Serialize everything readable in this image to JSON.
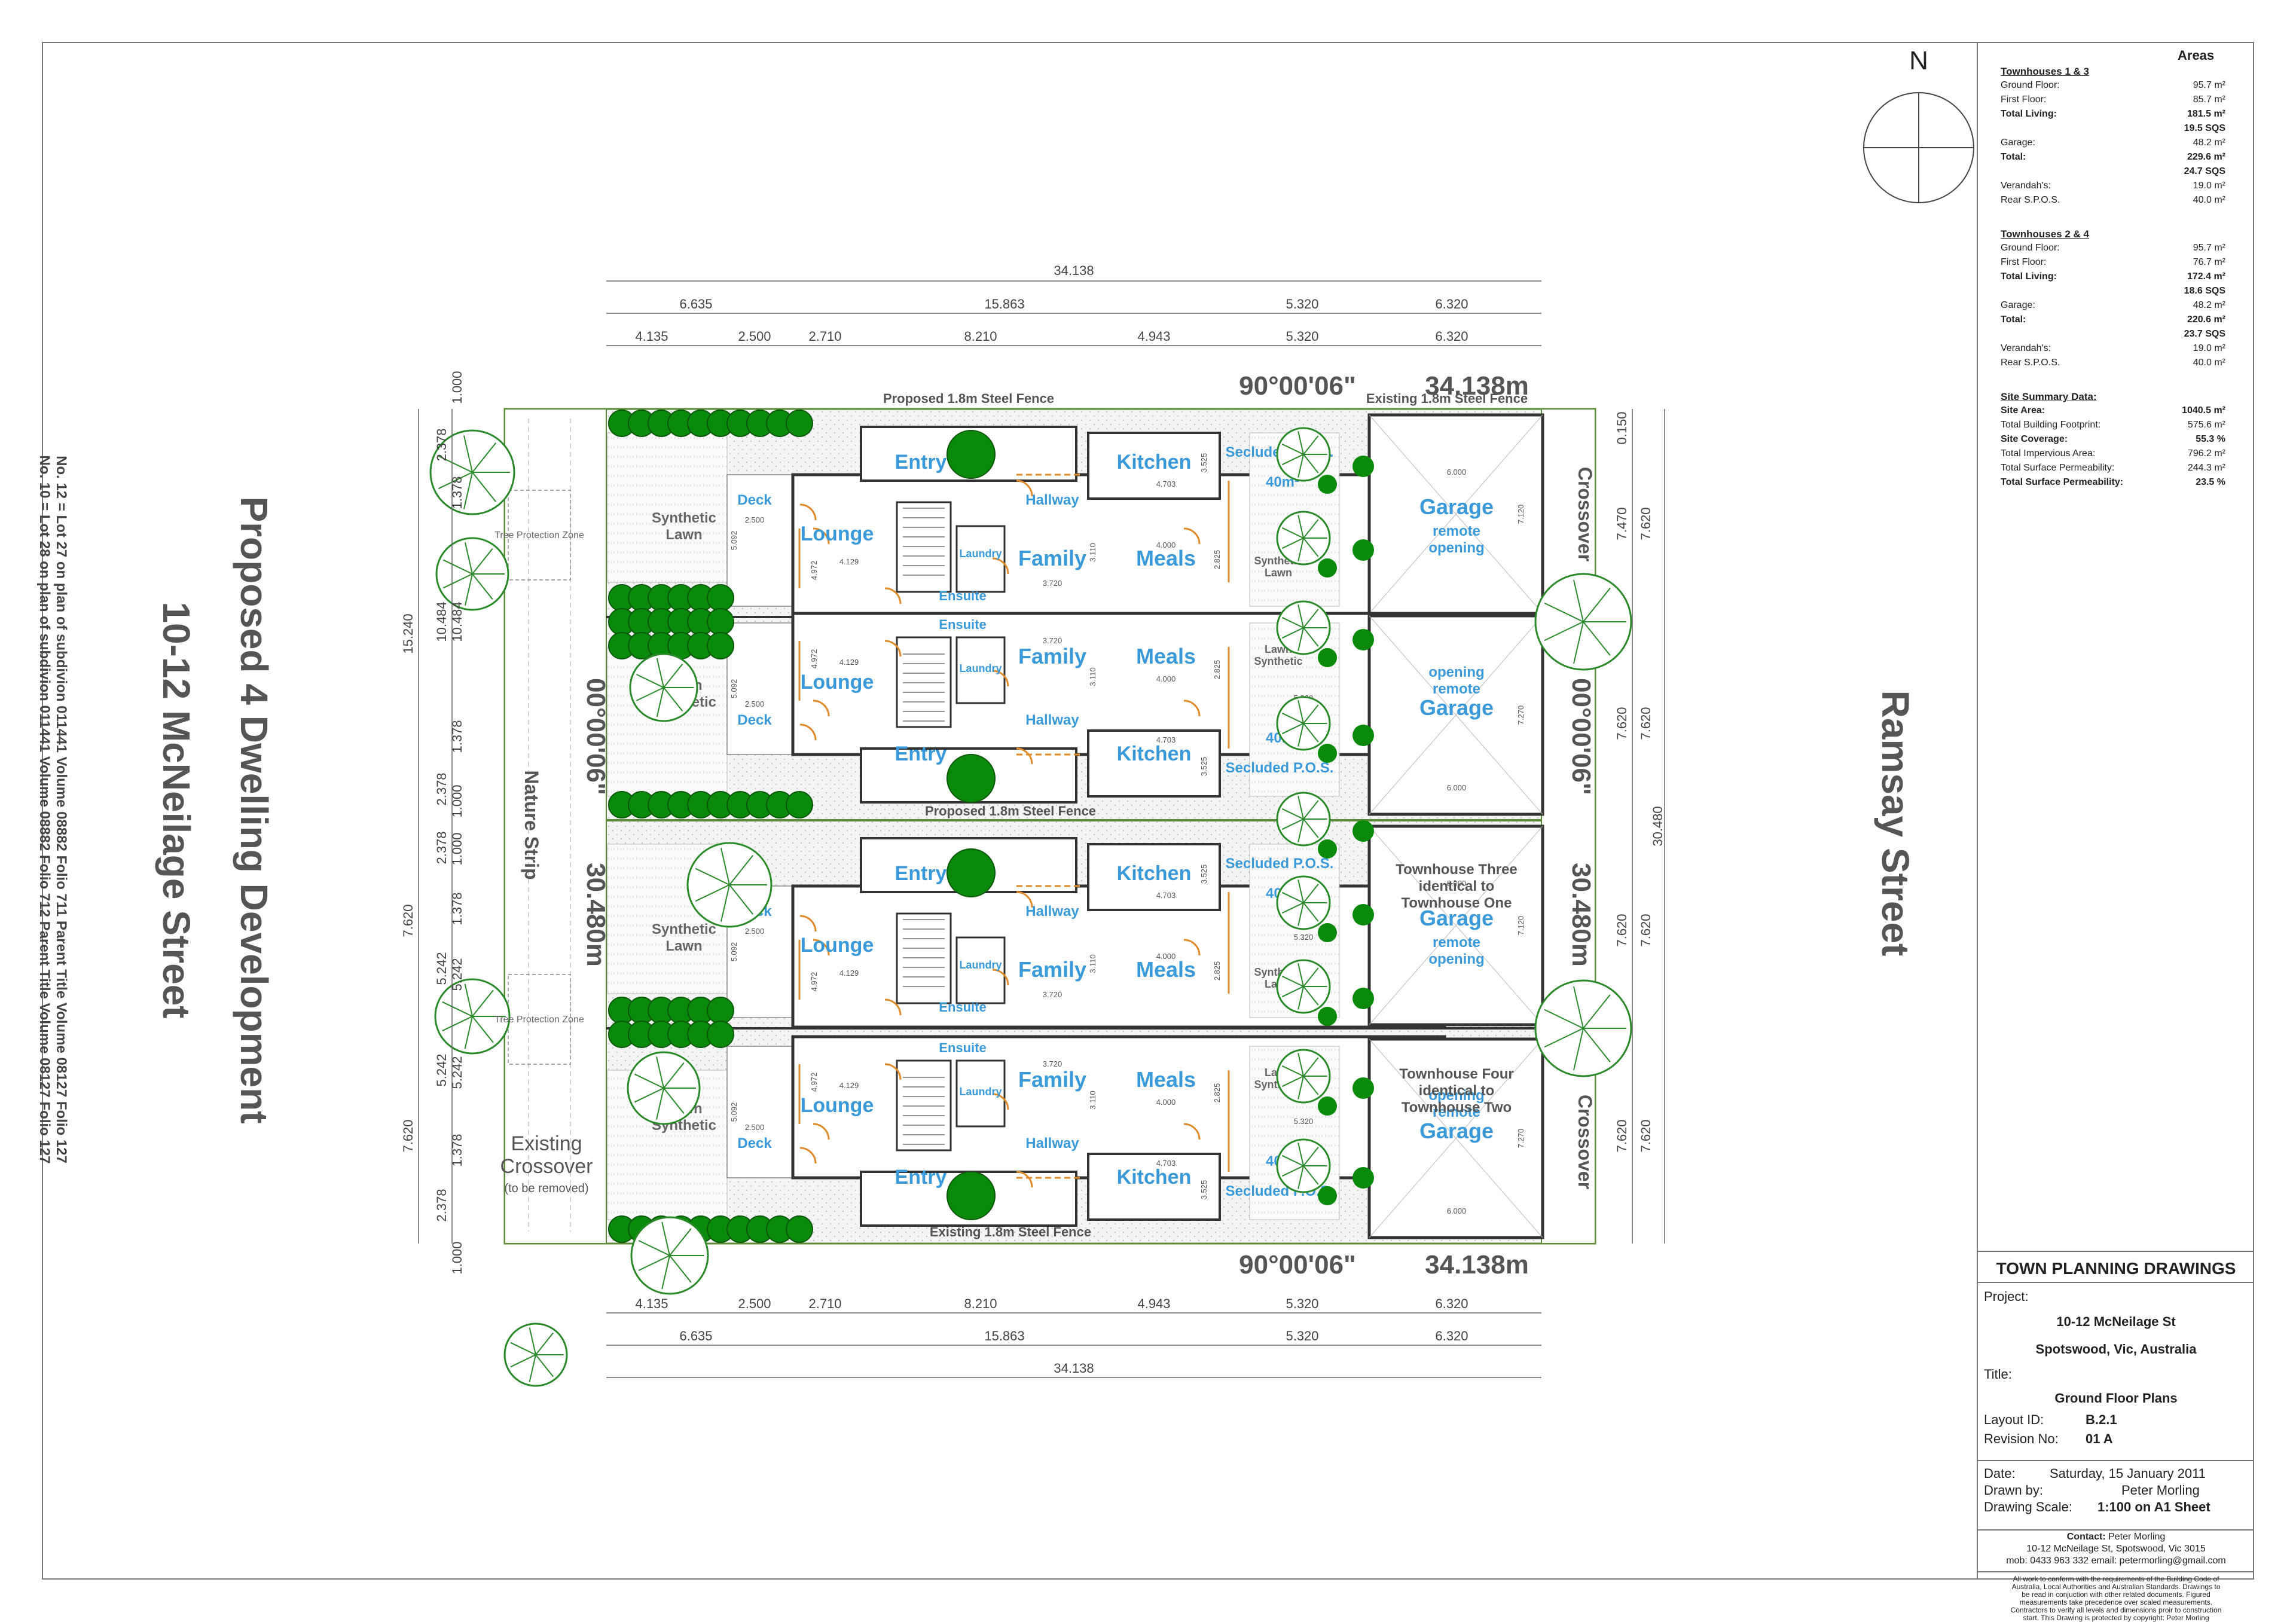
{
  "drawing": {
    "north_label": "N",
    "title_main": "Proposed 4 Dwelling Development",
    "title_address": "10-12 McNeilage Street",
    "lot_line_1": "No. 12 = Lot 27 on plan of subdivion 011441 Volume 08882 Folio 711 Parent Title Volume 08127 Folio 127",
    "lot_line_2": "No. 10 = Lot 28 on plan of subdivion 011441 Volume 08882 Folio 712 Parent Title Volume 08127 Folio 127",
    "street_right": "Ramsay Street",
    "nature_strip": "Nature Strip",
    "tree_zone_top": "Tree Protection Zone",
    "tree_zone_bottom": "Tree Protection Zone",
    "existing_crossover_1": "Existing",
    "existing_crossover_2": "Crossover",
    "existing_crossover_3": "(to be removed)",
    "fence_top": "Proposed 1.8m Steel Fence",
    "fence_top_right": "Existing 1.8m Steel Fence",
    "fence_middle": "Proposed 1.8m Steel Fence",
    "fence_bottom": "Existing 1.8m Steel Fence",
    "bearing_top": "90°00'06\"",
    "length_top": "34.138m",
    "bearing_bottom": "90°00'06\"",
    "length_bottom": "34.138m",
    "bearing_left": "00°00'06\"",
    "length_left": "30.480m",
    "bearing_right": "00°00'06\"",
    "length_right": "30.480m",
    "crossover_right_top": "Crossover",
    "crossover_right_bottom": "Crossover",
    "th3_note": "Townhouse Three identical to Townhouse One",
    "th4_note": "Townhouse Four identical to Townhouse Two",
    "dims_top_total": "34.138",
    "dims_top_row2": [
      "6.635",
      "15.863",
      "5.320",
      "6.320"
    ],
    "dims_top_row3": [
      "4.135",
      "2.500",
      "2.710",
      "8.210",
      "4.943",
      "5.320",
      "6.320"
    ],
    "dims_bottom_row1": [
      "4.135",
      "2.500",
      "2.710",
      "8.210",
      "4.943",
      "5.320",
      "6.320"
    ],
    "dims_bottom_row2": [
      "6.635",
      "15.863",
      "5.320",
      "6.320"
    ],
    "dims_bottom_total": "34.138",
    "dims_left_outer": [
      "15.240",
      "7.620",
      "7.620"
    ],
    "dims_left_mid": [
      "2.378",
      "10.484",
      "2.378",
      "2.378",
      "5.242",
      "2.378"
    ],
    "dims_left_inner": [
      "1.000",
      "1.378",
      "10.484",
      "1.378",
      "1.000",
      "1.000",
      "1.378",
      "5.242",
      "5.242",
      "1.378",
      "1.000"
    ],
    "dims_left_extra": "5.242",
    "dims_right_outer": "30.480",
    "dims_right": [
      "0.150",
      "7.470",
      "7.620",
      "7.620",
      "7.620",
      "7.620",
      "7.620",
      "7.620",
      "7.620"
    ],
    "room_dims": [
      "2.500",
      "5.092",
      "4.129",
      "4.972",
      "3.720",
      "3.110",
      "4.703",
      "3.525",
      "4.000",
      "2.825",
      "5.320",
      "7.120",
      "6.000",
      "7.270"
    ],
    "rooms": {
      "deck": "Deck",
      "synthetic_lawn": "Synthetic Lawn",
      "lounge": "Lounge",
      "entry": "Entry",
      "laundry": "Laundry",
      "ensuite": "Ensuite",
      "hallway": "Hallway",
      "family": "Family",
      "meals": "Meals",
      "kitchen": "Kitchen",
      "secluded": "Secluded P.O.S.",
      "secluded_area": "40m²",
      "garage": "Garage",
      "remote": "remote opening"
    }
  },
  "areas": {
    "title": "Areas",
    "group1_title": "Townhouses 1 & 3",
    "group1": [
      {
        "label": "Ground Floor:",
        "value": "95.7 m²",
        "bold": false
      },
      {
        "label": "First Floor:",
        "value": "85.7 m²",
        "bold": false
      },
      {
        "label": "Total Living:",
        "value": "181.5 m²",
        "bold": true
      },
      {
        "label": "",
        "value": "19.5 SQS",
        "bold": true
      },
      {
        "label": "Garage:",
        "value": "48.2 m²",
        "bold": false
      },
      {
        "label": "Total:",
        "value": "229.6 m²",
        "bold": true
      },
      {
        "label": "",
        "value": "24.7 SQS",
        "bold": true
      },
      {
        "label": "Verandah's:",
        "value": "19.0 m²",
        "bold": false
      },
      {
        "label": "Rear S.P.O.S.",
        "value": "40.0 m²",
        "bold": false
      }
    ],
    "group2_title": "Townhouses 2 & 4",
    "group2": [
      {
        "label": "Ground Floor:",
        "value": "95.7 m²",
        "bold": false
      },
      {
        "label": "First Floor:",
        "value": "76.7 m²",
        "bold": false
      },
      {
        "label": "Total Living:",
        "value": "172.4 m²",
        "bold": true
      },
      {
        "label": "",
        "value": "18.6 SQS",
        "bold": true
      },
      {
        "label": "Garage:",
        "value": "48.2 m²",
        "bold": false
      },
      {
        "label": "Total:",
        "value": "220.6 m²",
        "bold": true
      },
      {
        "label": "",
        "value": "23.7 SQS",
        "bold": true
      },
      {
        "label": "Verandah's:",
        "value": "19.0 m²",
        "bold": false
      },
      {
        "label": "Rear S.P.O.S.",
        "value": "40.0 m²",
        "bold": false
      }
    ],
    "site_title": "Site Summary Data:",
    "site": [
      {
        "label": "Site Area:",
        "value": "1040.5 m²",
        "bold": true
      },
      {
        "label": "Total Building Footprint:",
        "value": "575.6 m²",
        "bold": false
      },
      {
        "label": "Site Coverage:",
        "value": "55.3 %",
        "bold": true
      },
      {
        "label": "Total Impervious Area:",
        "value": "796.2 m²",
        "bold": false
      },
      {
        "label": "Total Surface Permeability:",
        "value": "244.3 m²",
        "bold": false
      },
      {
        "label": "Total Surface Permeability:",
        "value": "23.5 %",
        "bold": true
      }
    ]
  },
  "title_block": {
    "heading": "TOWN PLANNING DRAWINGS",
    "project_label": "Project:",
    "project_line1": "10-12 McNeilage St",
    "project_line2": "Spotswood, Vic, Australia",
    "title_label": "Title:",
    "title_value": "Ground Floor Plans",
    "layout_label": "Layout ID:",
    "layout_value": "B.2.1",
    "revision_label": "Revision No:",
    "revision_value": "01 A",
    "date_label": "Date:",
    "date_value": "Saturday, 15 January 2011",
    "drawn_label": "Drawn by:",
    "drawn_value": "Peter Morling",
    "scale_label": "Drawing Scale:",
    "scale_value": "1:100 on A1 Sheet",
    "contact_label": "Contact:",
    "contact_name": "Peter Morling",
    "contact_address": "10-12 McNeilage St, Spotswood, Vic 3015",
    "contact_phone": "mob: 0433 963 332 email: petermorling@gmail.com",
    "disclaimer": [
      "All work to conform with the requirements of the Building Code of",
      "Australia, Local Authorities and Australian Standards. Drawings to",
      "be read in conjuction with other related documents. Figured",
      "measurements take precedence over scaled measurements.",
      "Contractors to verify all levels and dimensions proir to construction",
      "start. This Drawing is protected by copyright: Peter Morling"
    ]
  },
  "colors": {
    "room_label": "#3a9ad9",
    "tree_dark": "#0a8a0a",
    "tree_line": "#2a8a2a",
    "boundary": "#5a8a3a",
    "wall": "#333333",
    "door": "#e08a2a",
    "dim": "#444444"
  }
}
